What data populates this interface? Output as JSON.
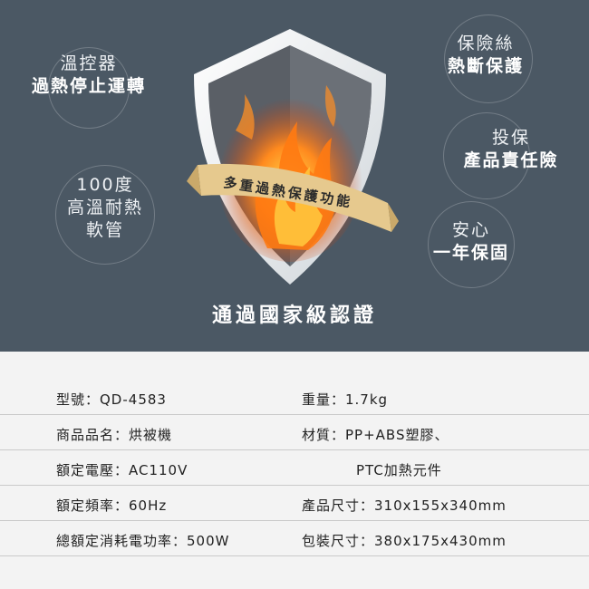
{
  "features": {
    "left_top": {
      "line1": "溫控器",
      "line2": "過熱停止運轉"
    },
    "left_mid": {
      "line1": "100度",
      "line2": "高溫耐熱",
      "line3": "軟管"
    },
    "right_top": {
      "line1": "保險絲",
      "line2": "熱斷保護"
    },
    "right_mid": {
      "line1": "投保",
      "line2": "產品責任險"
    },
    "right_low": {
      "line1": "安心",
      "line2": "一年保固"
    }
  },
  "shield": {
    "ribbon_text": "多重過熱保護功能"
  },
  "certification": "通過國家級認證",
  "specs": {
    "model": "型號：QD-4583",
    "weight": "重量：1.7kg",
    "name": "商品品名：烘被機",
    "material": "材質：PP+ABS塑膠、",
    "voltage": "額定電壓：AC110V",
    "material_cont": "PTC加熱元件",
    "frequency": "額定頻率：60Hz",
    "size": "產品尺寸：310x155x340mm",
    "power": "總額定消耗電功率：500W",
    "package": "包裝尺寸：380x175x430mm"
  },
  "colors": {
    "background": "#4b5864",
    "ribbon": "#e6c98e",
    "table_bg": "#f3f3f3"
  }
}
